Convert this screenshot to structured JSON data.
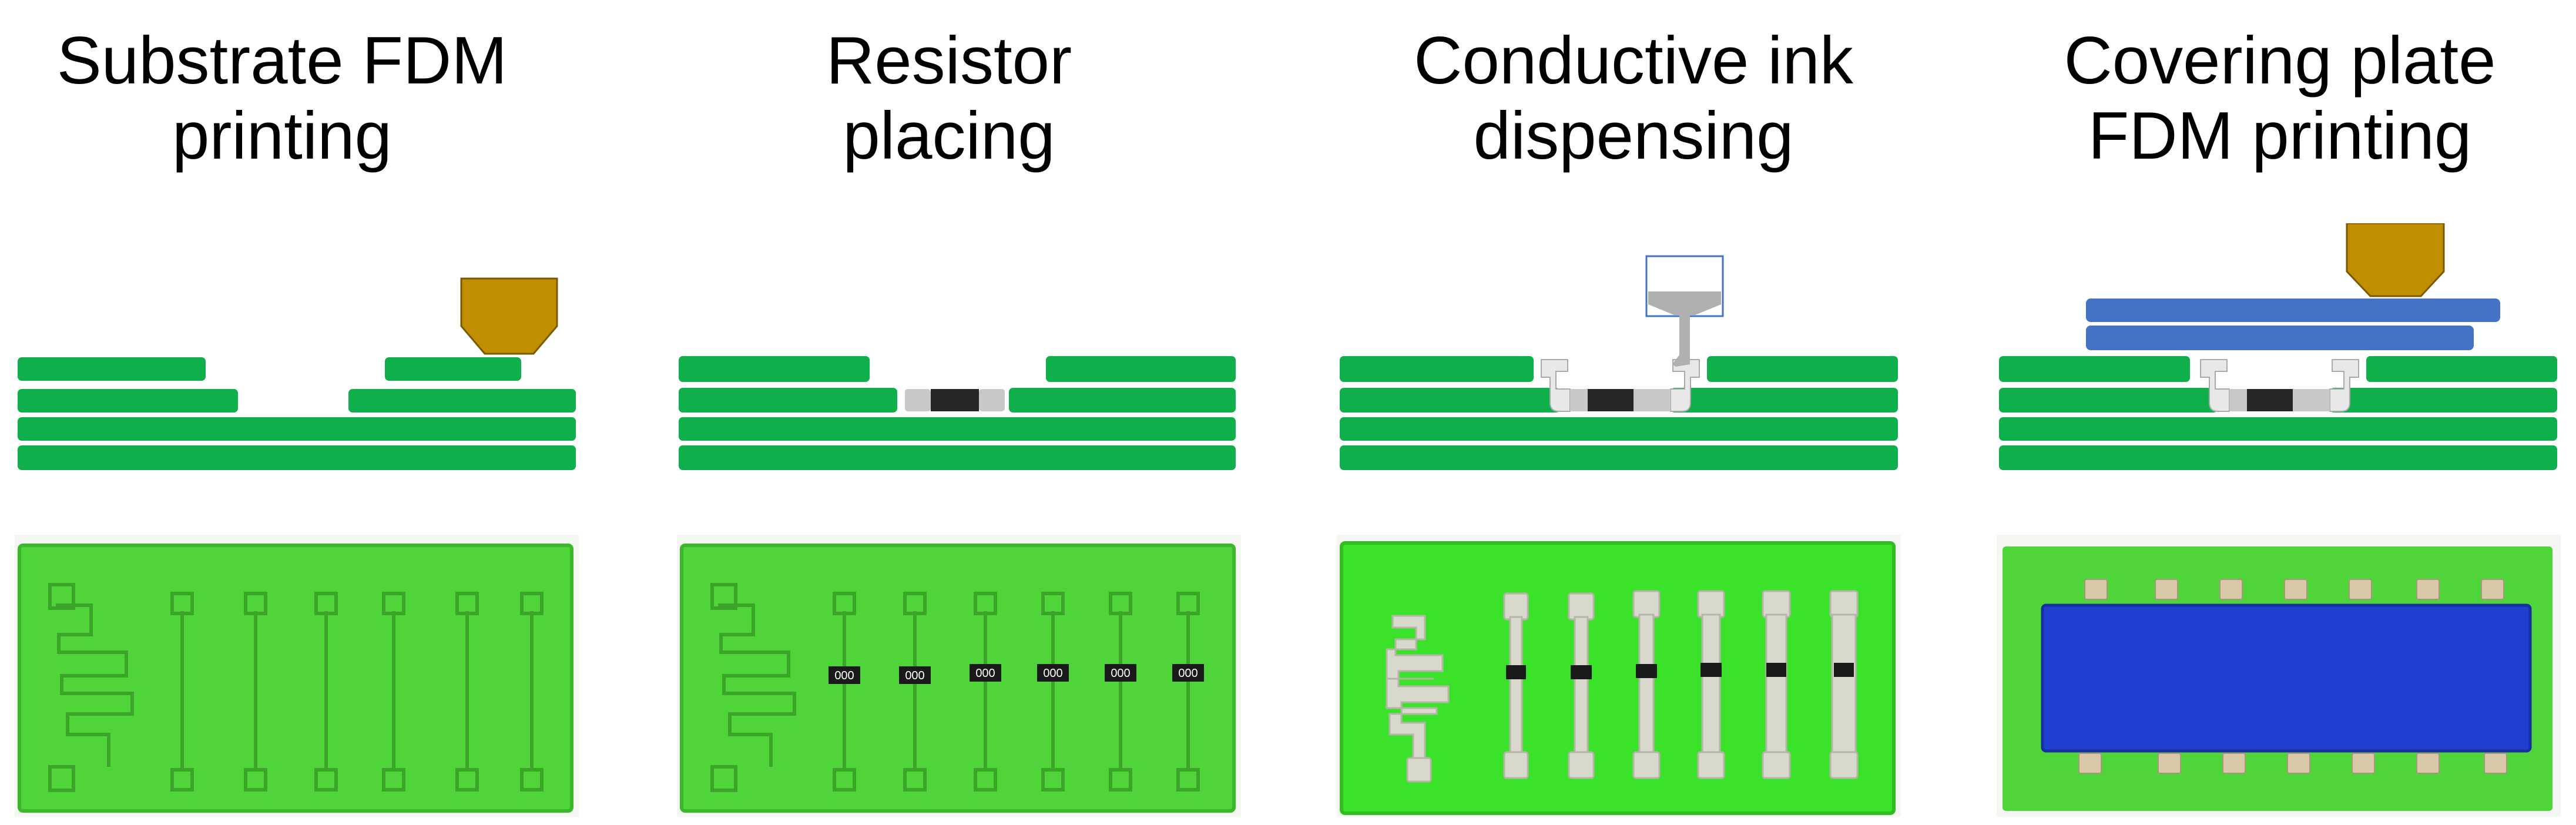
{
  "steps": [
    {
      "title_line1": "Substrate FDM",
      "title_line2": "printing"
    },
    {
      "title_line1": "Resistor",
      "title_line2": "placing"
    },
    {
      "title_line1": "Conductive ink",
      "title_line2": "dispensing"
    },
    {
      "title_line1": "Covering plate",
      "title_line2": "FDM printing"
    }
  ],
  "colors": {
    "substrate_green": "#0fb04b",
    "nozzle": "#c08e00",
    "nozzle_stroke": "#7a5a00",
    "cover_blue": "#4472c4",
    "resistor_body": "#262626",
    "ink_gray": "#b0b0b0",
    "photo_green": "#4fd43a",
    "photo_blue": "#1f3fd0",
    "photo_silver": "#d8d8cc"
  },
  "resistor_marking": "000"
}
